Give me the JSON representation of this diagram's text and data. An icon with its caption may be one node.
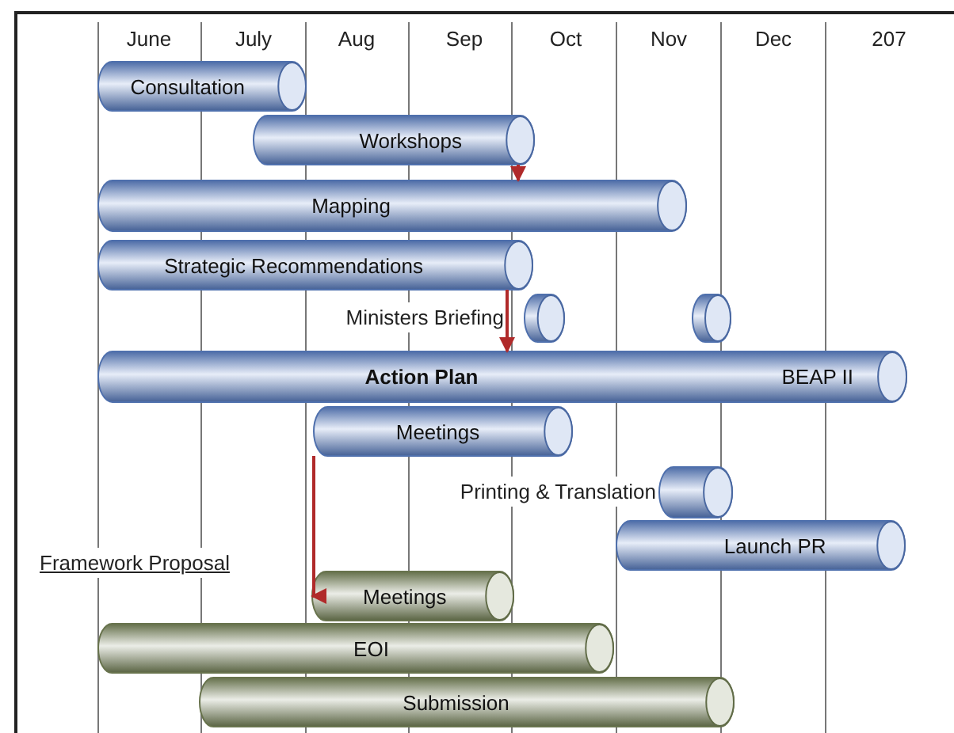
{
  "diagram": {
    "nodes": [
      {
        "text": [
          "Consultation"
        ]
      },
      {
        "text": [
          "Workshops"
        ]
      },
      {
        "text": [
          "Mapping"
        ]
      },
      {
        "text": [
          "Strategic Recommendations"
        ]
      },
      {
        "text": [],
        "shape": "cylinder",
        "beside": [
          "Ministers Briefing"
        ]
      },
      {
        "text": [],
        "shape": "cylinder"
      },
      {
        "text": [
          "Action Plan",
          "BEAP II"
        ]
      },
      {
        "text": [
          "Meetings"
        ]
      },
      {
        "text": [],
        "shape": "cylinder",
        "beside": [
          "Printing & Translation"
        ]
      },
      {
        "text": [
          "Launch PR"
        ]
      },
      {
        "text": [
          "Meetings"
        ]
      },
      {
        "text": [
          "EOI"
        ]
      },
      {
        "text": [
          "Submission"
        ]
      }
    ],
    "edges": [
      {
        "from": 1,
        "to": 2,
        "arrow": "to"
      },
      {
        "from": 3,
        "to": 6,
        "arrow": "to"
      },
      {
        "from": 7,
        "to": 10,
        "arrow": "to"
      }
    ],
    "labels": [
      "June",
      "July",
      "Aug",
      "Sep",
      "Oct",
      "Nov",
      "Dec",
      "207",
      "Framework Proposal"
    ]
  }
}
